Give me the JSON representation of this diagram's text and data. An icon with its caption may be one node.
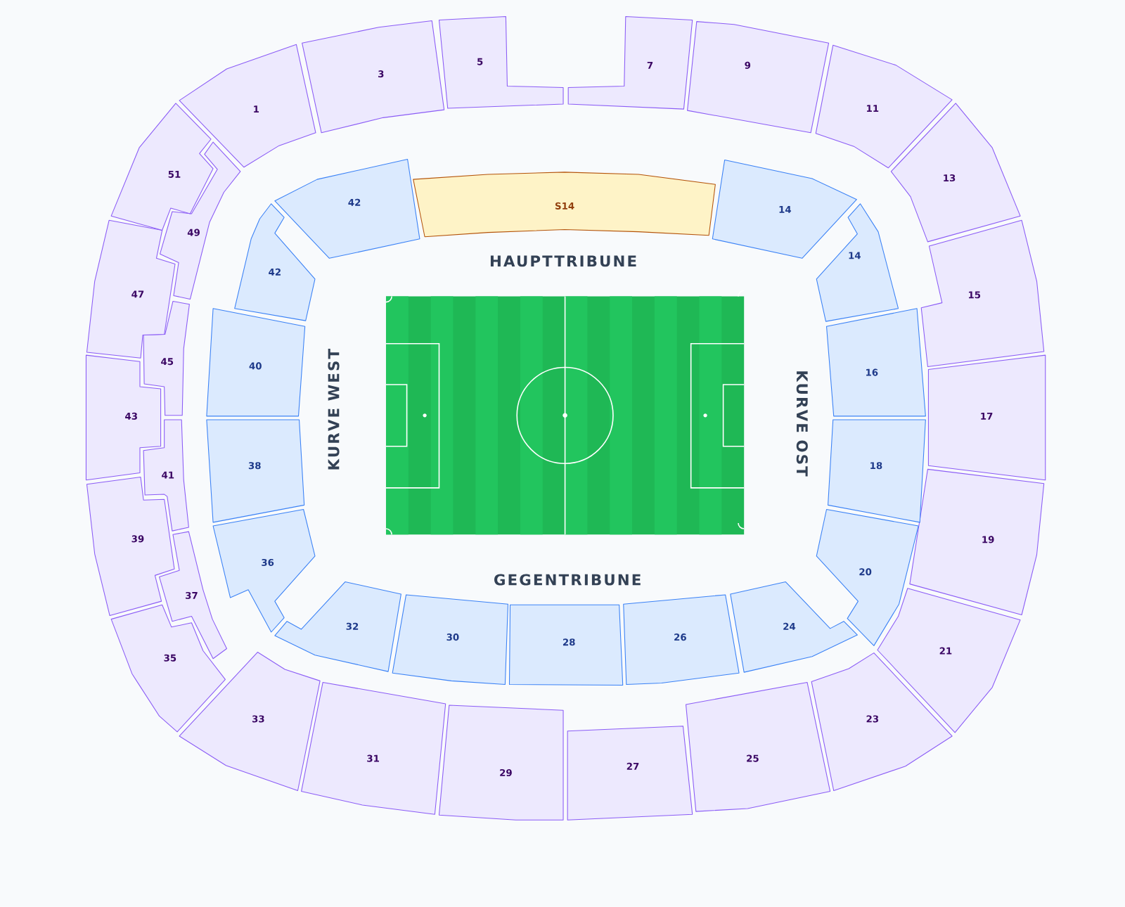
{
  "diagram": {
    "nodes": [
      {
        "text": [
          "1"
        ]
      },
      {
        "text": [
          "3"
        ]
      },
      {
        "text": [
          "5"
        ]
      },
      {
        "text": [
          "7"
        ]
      },
      {
        "text": [
          "9"
        ]
      },
      {
        "text": [
          "11"
        ]
      },
      {
        "text": [
          "13"
        ]
      },
      {
        "text": [
          "15"
        ]
      },
      {
        "text": [
          "17"
        ]
      },
      {
        "text": [
          "19"
        ]
      },
      {
        "text": [
          "21"
        ]
      },
      {
        "text": [
          "23"
        ]
      },
      {
        "text": [
          "25"
        ]
      },
      {
        "text": [
          "27"
        ]
      },
      {
        "text": [
          "29"
        ]
      },
      {
        "text": [
          "31"
        ]
      },
      {
        "text": [
          "33"
        ]
      },
      {
        "text": [
          "35"
        ]
      },
      {
        "text": [
          "37"
        ]
      },
      {
        "text": [
          "39"
        ]
      },
      {
        "text": [
          "41"
        ]
      },
      {
        "text": [
          "43"
        ]
      },
      {
        "text": [
          "45"
        ]
      },
      {
        "text": [
          "47"
        ]
      },
      {
        "text": [
          "49"
        ]
      },
      {
        "text": [
          "51"
        ]
      },
      {
        "text": [
          "S14"
        ]
      },
      {
        "text": [
          "14"
        ]
      },
      {
        "text": [
          "14"
        ]
      },
      {
        "text": [
          "16"
        ]
      },
      {
        "text": [
          "18"
        ]
      },
      {
        "text": [
          "20"
        ]
      },
      {
        "text": [
          "24"
        ]
      },
      {
        "text": [
          "26"
        ]
      },
      {
        "text": [
          "28"
        ]
      },
      {
        "text": [
          "30"
        ]
      },
      {
        "text": [
          "32"
        ]
      },
      {
        "text": [
          "36"
        ]
      },
      {
        "text": [
          "38"
        ]
      },
      {
        "text": [
          "40"
        ]
      },
      {
        "text": [
          "42"
        ]
      },
      {
        "text": [
          "42"
        ]
      }
    ],
    "labels": [
      "HAUPTTRIBUNE",
      "KURVE WEST",
      "KURVE OST",
      "GEGENTRIBUNE"
    ]
  }
}
